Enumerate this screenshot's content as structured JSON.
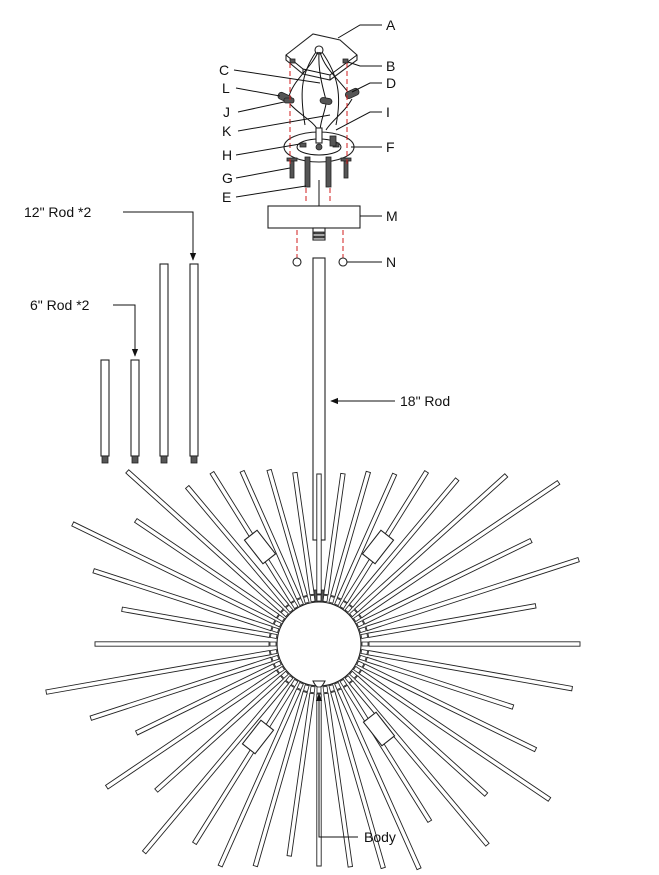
{
  "labels": {
    "A": "A",
    "B": "B",
    "C": "C",
    "D": "D",
    "L": "L",
    "J": "J",
    "I": "I",
    "K": "K",
    "F": "F",
    "H": "H",
    "G": "G",
    "E": "E",
    "M": "M",
    "N": "N"
  },
  "rods": {
    "rod_12": "12\" Rod *2",
    "rod_6": "6\" Rod *2",
    "rod_18": "18\" Rod"
  },
  "body_label": "Body",
  "colors": {
    "line": "#111111",
    "guide": "#d21c1c"
  }
}
